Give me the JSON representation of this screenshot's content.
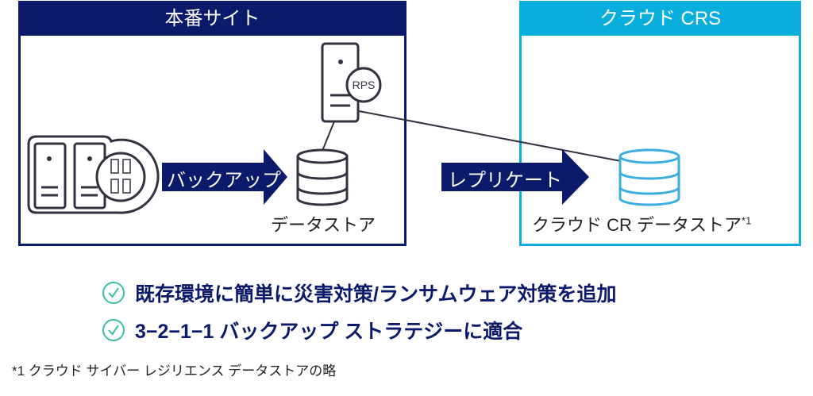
{
  "diagram": {
    "site": {
      "title": "本番サイト",
      "datastore_label": "データストア",
      "rps_label": "RPS"
    },
    "cloud": {
      "title": "クラウド CRS",
      "datastore_label": "クラウド CR データストア",
      "footnote_mark": "*1"
    },
    "arrows": {
      "backup": "バックアップ",
      "replicate": "レプリケート"
    },
    "colors": {
      "navy": "#0c1a6b",
      "cyan": "#0aaedc",
      "icon": "#33323f",
      "check": "#3cbfa6"
    }
  },
  "benefits": [
    {
      "text": "既存環境に簡単に災害対策/ランサムウェア対策を追加",
      "icon": "check-circle-icon"
    },
    {
      "text": "3−2−1−1 バックアップ ストラテジーに適合",
      "icon": "check-circle-icon"
    }
  ],
  "footnote": "*1 クラウド サイバー レジリエンス データストアの略"
}
